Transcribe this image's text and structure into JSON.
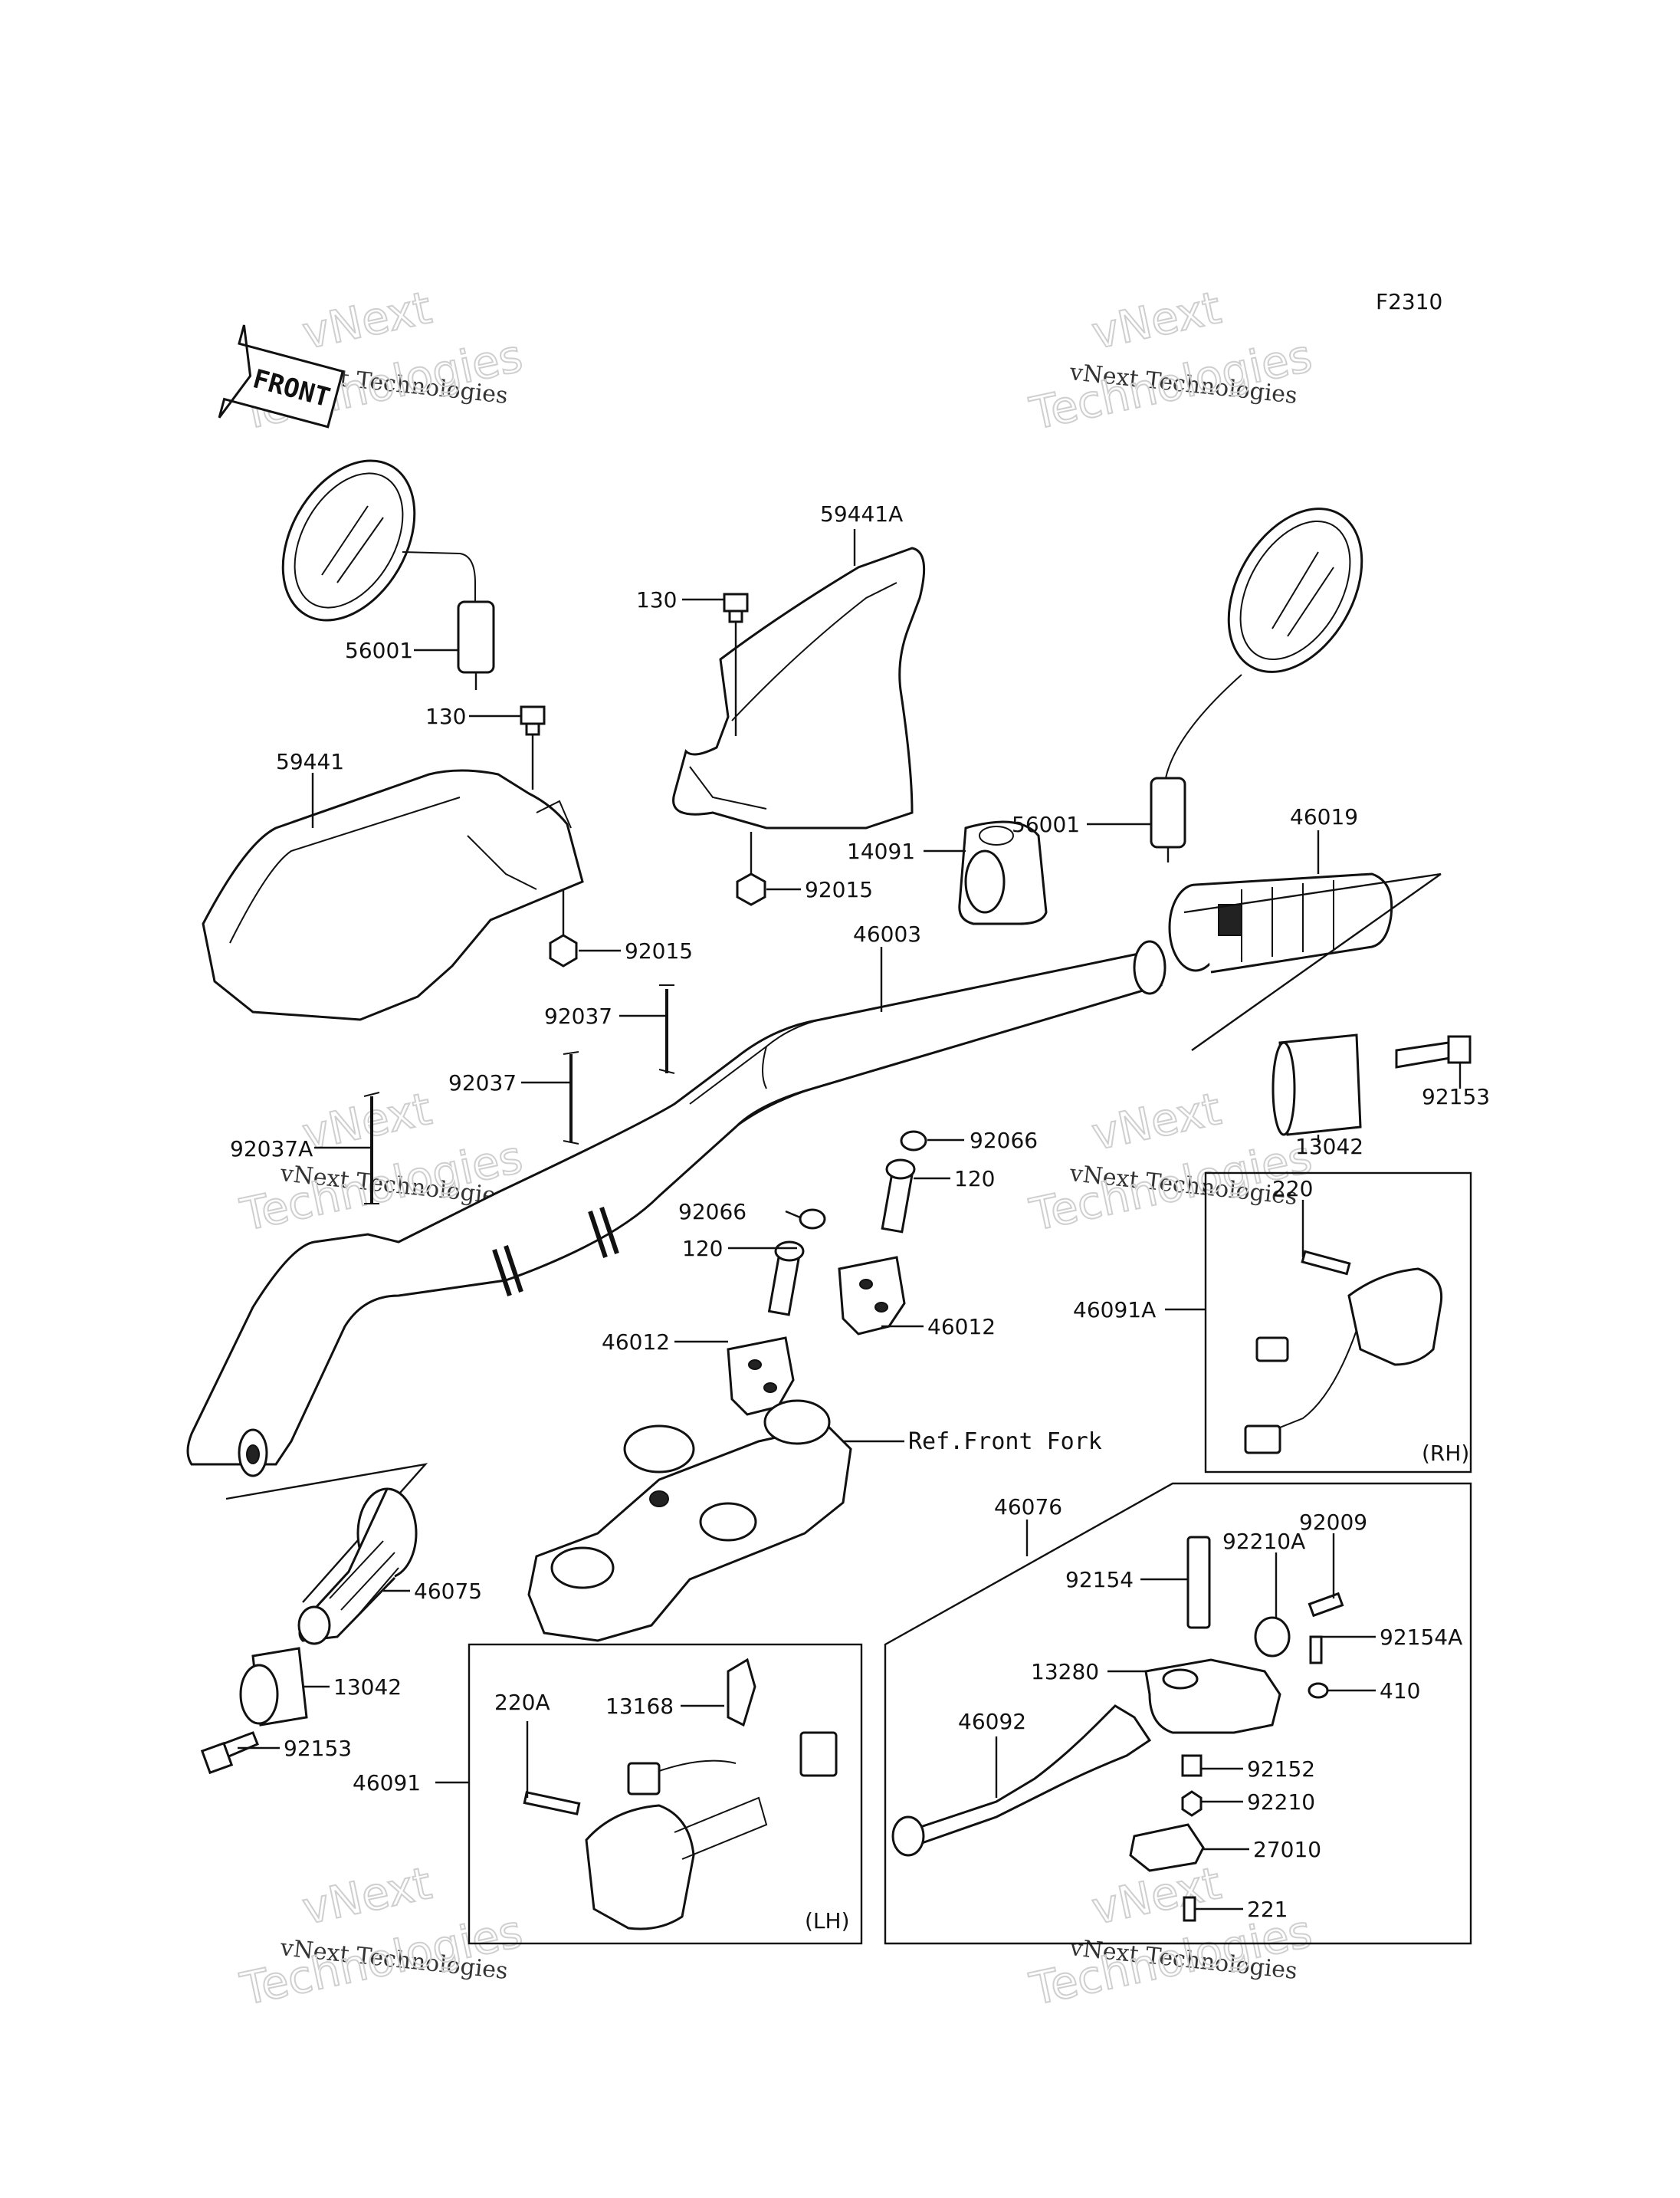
{
  "diagram_code": "F2310",
  "front_marker": "FRONT",
  "watermark": {
    "line1": "vNext Technologies",
    "line2": "vNext",
    "line3": "Technologies"
  },
  "boxes": {
    "rh_label": "(RH)",
    "lh_label": "(LH)"
  },
  "ref_label": "Ref.Front Fork",
  "parts": [
    "59441A",
    "130",
    "56001",
    "130",
    "59441",
    "92015",
    "14091",
    "92015",
    "56001",
    "46019",
    "46003",
    "92037",
    "92037",
    "92037A",
    "92153",
    "13042",
    "92066",
    "120",
    "92066",
    "120",
    "46012",
    "46012",
    "220",
    "46091A",
    "46075",
    "13042",
    "92153",
    "46076",
    "92009",
    "92210A",
    "92154",
    "92154A",
    "13280",
    "410",
    "46092",
    "92152",
    "92210",
    "27010",
    "221",
    "220A",
    "13168",
    "46091"
  ],
  "colors": {
    "line": "#111111",
    "watermark": "#cfcfcf"
  }
}
